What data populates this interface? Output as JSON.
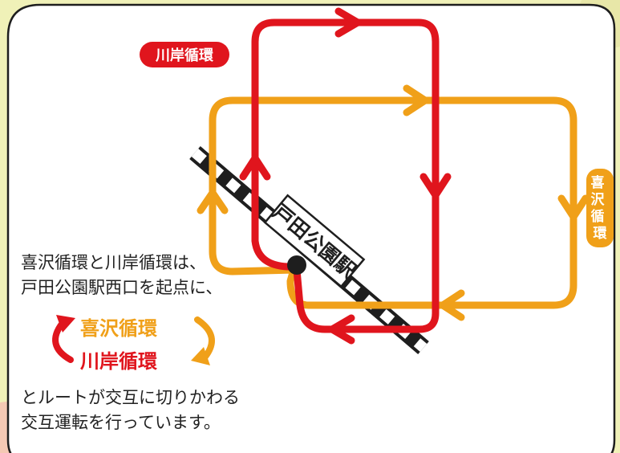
{
  "labels": {
    "kawagishi_badge": "川岸循環",
    "kisawa_badge": "喜沢循環",
    "station": "戸田公園駅"
  },
  "caption": {
    "line1": "喜沢循環と川岸循環は、",
    "line2": "戸田公園駅西口を起点に、",
    "line3": "とルートが交互に切りかわる",
    "line4": "交互運転を行っています。"
  },
  "legend": {
    "kisawa": "喜沢循環",
    "kawagishi": "川岸循環"
  },
  "colors": {
    "kawagishi_red": "#e0151d",
    "kisawa_orange": "#f0a019",
    "background": "#f0f1b8",
    "panel": "#ffffff",
    "text": "#222222"
  }
}
